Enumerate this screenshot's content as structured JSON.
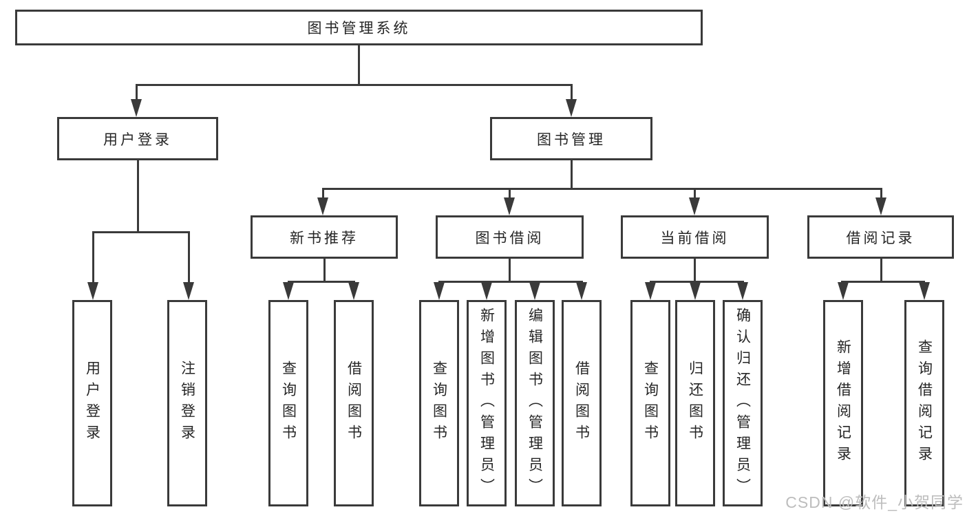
{
  "tree": {
    "root": "图书管理系统",
    "user_login": "用户登录",
    "book_mgmt": "图书管理",
    "new_books": "新书推荐",
    "book_borrow": "图书借阅",
    "current_borrow": "当前借阅",
    "borrow_records": "借阅记录",
    "user_login_children": [
      "用户登录",
      "注销登录"
    ],
    "new_books_children": [
      "查询图书",
      "借阅图书"
    ],
    "book_borrow_children": [
      "查询图书",
      "新增图书（管理员）",
      "编辑图书（管理员）",
      "借阅图书"
    ],
    "current_borrow_children": [
      "查询图书",
      "归还图书",
      "确认归还（管理员）"
    ],
    "borrow_records_children": [
      "新增借阅记录",
      "查询借阅记录"
    ]
  },
  "watermark": "CSDN @软件_小贺同学",
  "colors": {
    "line": "#3a3a3a",
    "text": "#262626",
    "watermark": "#bdbdbd",
    "background": "#ffffff"
  }
}
